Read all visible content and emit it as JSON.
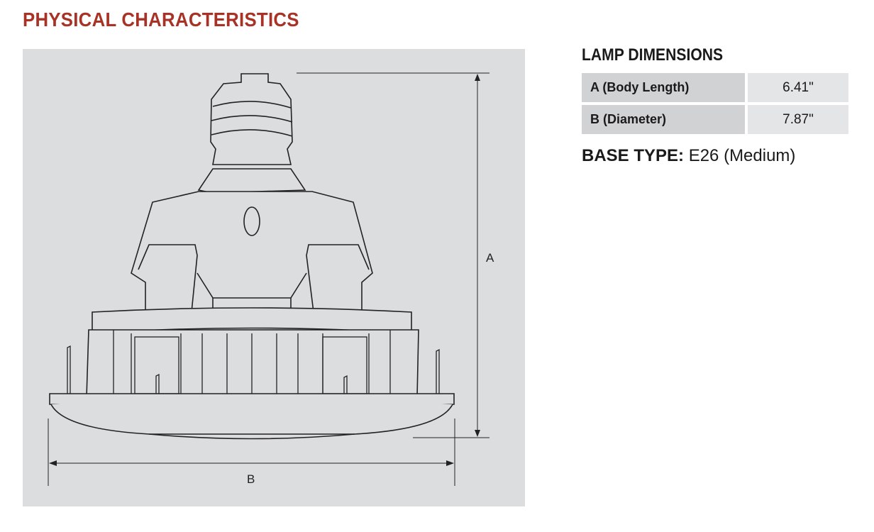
{
  "section_title": "PHYSICAL CHARACTERISTICS",
  "diagram": {
    "label_a": "A",
    "label_b": "B"
  },
  "lamp_dimensions": {
    "title": "LAMP DIMENSIONS",
    "rows": [
      {
        "label": "A (Body Length)",
        "value": "6.41\""
      },
      {
        "label": "B (Diameter)",
        "value": "7.87\""
      }
    ]
  },
  "base_type": {
    "label": "BASE TYPE:",
    "value": "E26 (Medium)"
  },
  "colors": {
    "accent": "#a93226",
    "panel": "#dcdddf"
  }
}
